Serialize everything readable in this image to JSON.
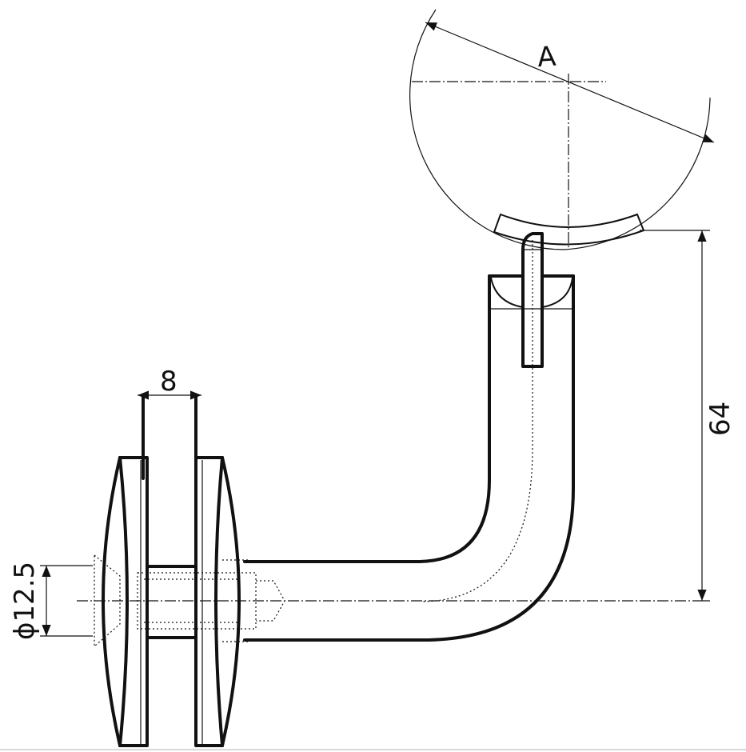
{
  "dimensions": {
    "width_label": "8",
    "height_label": "64",
    "diameter_label": "ϕ12.5",
    "handrail_label": "A"
  }
}
